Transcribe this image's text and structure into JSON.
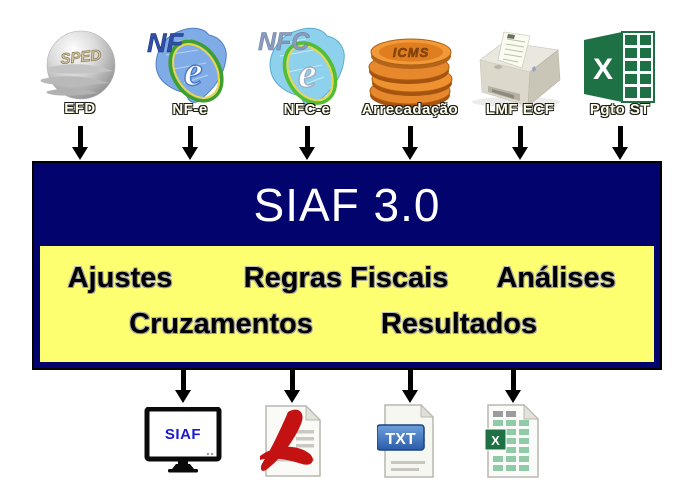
{
  "diagram": {
    "system": {
      "title": "SIAF 3.0",
      "modules_row1": [
        "Ajustes",
        "Regras Fiscais",
        "Análises"
      ],
      "modules_row2": [
        "Cruzamentos",
        "Resultados"
      ]
    },
    "sources": [
      {
        "label": "EFD",
        "icon": "sped-sphere-icon",
        "icon_text": "SPED"
      },
      {
        "label": "NF-e",
        "icon": "nfe-brazil-map-icon",
        "icon_prefix": "NF",
        "icon_e": "e"
      },
      {
        "label": "NFC-e",
        "icon": "nfce-brazil-map-icon",
        "icon_prefix": "NFC",
        "icon_e": "e"
      },
      {
        "label": "Arrecadação",
        "icon": "icms-coins-icon",
        "icon_text": "ICMS"
      },
      {
        "label": "LMF ECF",
        "icon": "fiscal-printer-icon"
      },
      {
        "label": "Pgto ST",
        "icon": "excel-logo-icon",
        "icon_text": "X"
      }
    ],
    "outputs": [
      {
        "icon": "siaf-monitor-icon",
        "icon_text": "SIAF"
      },
      {
        "icon": "pdf-file-icon"
      },
      {
        "icon": "txt-file-icon",
        "icon_text": "TXT"
      },
      {
        "icon": "excel-file-icon",
        "icon_text": "X"
      }
    ],
    "colors": {
      "panel_navy": "#03036E",
      "panel_yellow": "#FEFE71",
      "arrow_black": "#000000",
      "excel_green": "#1E7145",
      "pdf_red": "#C41212",
      "txt_badge_blue": "#3A6FBF",
      "monitor_text_blue": "#1A1ACC",
      "coin_orange": "#E8882C",
      "nfe_map_blue": "#7FABE6",
      "nfce_map_blue": "#8ED1EC",
      "ring_green": "#3E9E2E"
    }
  }
}
